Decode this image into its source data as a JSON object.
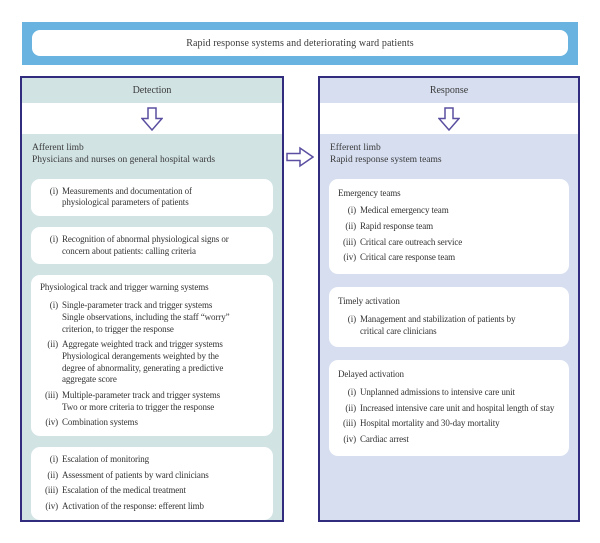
{
  "colors": {
    "banner_blue": "#68b3e0",
    "panel_border": "#322c7f",
    "detection_fill": "#d2e3e4",
    "response_fill": "#d6def0",
    "arrow_purple": "#5a4fa0"
  },
  "banner": {
    "title": "Rapid response systems and deteriorating ward patients"
  },
  "detection": {
    "header": "Detection",
    "subtitle_line1": "Afferent limb",
    "subtitle_line2": "Physicians and nurses on general hospital wards",
    "box_measurement": {
      "items": [
        {
          "num": "(i)",
          "text": "Measurements and documentation of\nphysiological parameters of patients"
        }
      ]
    },
    "box_recognition": {
      "items": [
        {
          "num": "(i)",
          "text": "Recognition of abnormal physiological signs or\nconcern about patients: calling criteria"
        }
      ]
    },
    "box_track_trigger": {
      "title": "Physiological track and trigger warning systems",
      "items": [
        {
          "num": "(i)",
          "text": "Single-parameter track and trigger systems\nSingle observations, including the staff “worry”\ncriterion, to trigger the response"
        },
        {
          "num": "(ii)",
          "text": "Aggregate weighted track and trigger systems\nPhysiological derangements weighted by the\ndegree of abnormality, generating a predictive\naggregate score"
        },
        {
          "num": "(iii)",
          "text": "Multiple-parameter track and trigger systems\nTwo or more criteria to trigger the response"
        },
        {
          "num": "(iv)",
          "text": "Combination systems"
        }
      ]
    },
    "box_escalation": {
      "items": [
        {
          "num": "(i)",
          "text": "Escalation of monitoring"
        },
        {
          "num": "(ii)",
          "text": "Assessment of patients by ward clinicians"
        },
        {
          "num": "(iii)",
          "text": "Escalation of the medical treatment"
        },
        {
          "num": "(iv)",
          "text": "Activation of the response: efferent limb"
        }
      ]
    }
  },
  "response": {
    "header": "Response",
    "subtitle_line1": "Efferent limb",
    "subtitle_line2": "Rapid response system teams",
    "box_emergency_teams": {
      "title": "Emergency teams",
      "items": [
        {
          "num": "(i)",
          "text": "Medical emergency team"
        },
        {
          "num": "(ii)",
          "text": "Rapid response team"
        },
        {
          "num": "(iii)",
          "text": "Critical care outreach service"
        },
        {
          "num": "(iv)",
          "text": "Critical care response team"
        }
      ]
    },
    "box_timely": {
      "title": "Timely activation",
      "items": [
        {
          "num": "(i)",
          "text": "Management and stabilization of patients by\ncritical care clinicians"
        }
      ]
    },
    "box_delayed": {
      "title": "Delayed activation",
      "items": [
        {
          "num": "(i)",
          "text": "Unplanned admissions to intensive care unit"
        },
        {
          "num": "(ii)",
          "text": "Increased intensive care unit and hospital length of stay"
        },
        {
          "num": "(iii)",
          "text": "Hospital mortality and 30-day mortality"
        },
        {
          "num": "(iv)",
          "text": "Cardiac arrest"
        }
      ]
    }
  }
}
